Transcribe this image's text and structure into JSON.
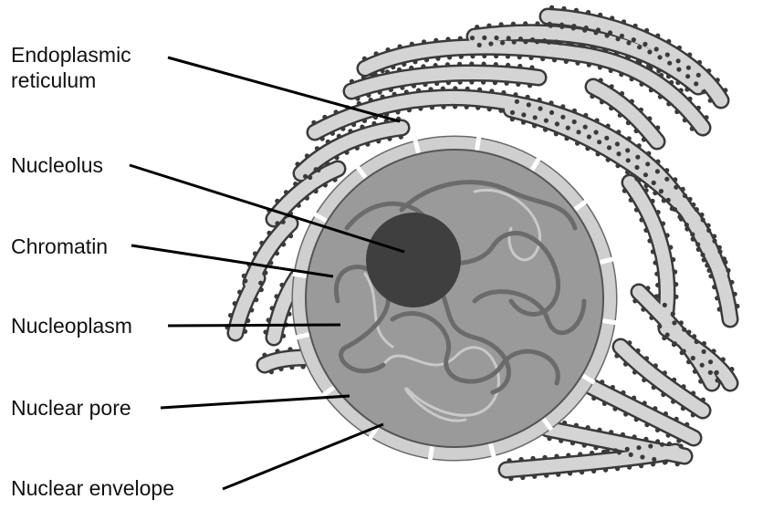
{
  "labels": {
    "er": [
      "Endoplasmic",
      "reticulum"
    ],
    "nucleolus": "Nucleolus",
    "chromatin": "Chromatin",
    "nucleoplasm": "Nucleoplasm",
    "pore": "Nuclear pore",
    "envelope": "Nuclear envelope"
  },
  "colors": {
    "er_fill": "#d4d4d4",
    "ribosome": "#3a3a3a",
    "nucleoplasm": "#9a9a9a",
    "envelope": "#cfcfcf",
    "nucleolus": "#3f3f3f",
    "chromatin_dark": "#6b6b6b",
    "chromatin_light": "#c9c9c9",
    "line": "#000000"
  }
}
